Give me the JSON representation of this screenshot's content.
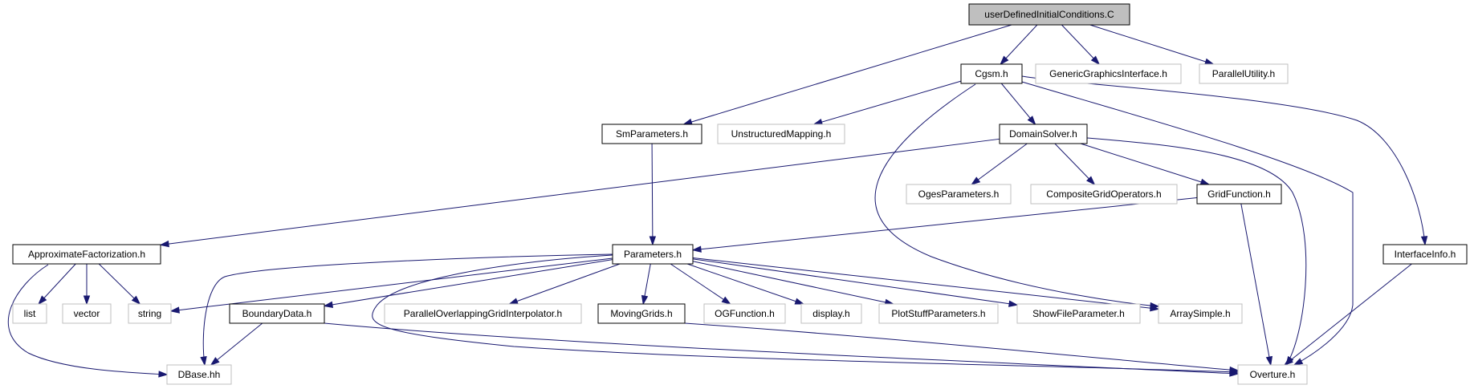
{
  "colors": {
    "edge": "#191970",
    "root_fill": "#bfbfbf",
    "documented_border": "#000000",
    "external_border": "#bfbfbf",
    "node_fill": "#ffffff"
  },
  "nodes": [
    {
      "id": "root",
      "label": "userDefinedInitialConditions.C",
      "kind": "root"
    },
    {
      "id": "cgsm",
      "label": "Cgsm.h",
      "kind": "documented"
    },
    {
      "id": "genericgraphics",
      "label": "GenericGraphicsInterface.h",
      "kind": "external"
    },
    {
      "id": "parallelutility",
      "label": "ParallelUtility.h",
      "kind": "external"
    },
    {
      "id": "smparameters",
      "label": "SmParameters.h",
      "kind": "documented"
    },
    {
      "id": "unstructuredmapping",
      "label": "UnstructuredMapping.h",
      "kind": "external"
    },
    {
      "id": "domainsolver",
      "label": "DomainSolver.h",
      "kind": "documented"
    },
    {
      "id": "ogesparameters",
      "label": "OgesParameters.h",
      "kind": "external"
    },
    {
      "id": "compositegridoperators",
      "label": "CompositeGridOperators.h",
      "kind": "external"
    },
    {
      "id": "gridfunction",
      "label": "GridFunction.h",
      "kind": "documented"
    },
    {
      "id": "approximatefactorization",
      "label": "ApproximateFactorization.h",
      "kind": "documented"
    },
    {
      "id": "parameters",
      "label": "Parameters.h",
      "kind": "documented"
    },
    {
      "id": "interfaceinfo",
      "label": "InterfaceInfo.h",
      "kind": "documented"
    },
    {
      "id": "list",
      "label": "list",
      "kind": "external"
    },
    {
      "id": "vector",
      "label": "vector",
      "kind": "external"
    },
    {
      "id": "string",
      "label": "string",
      "kind": "external"
    },
    {
      "id": "boundarydata",
      "label": "BoundaryData.h",
      "kind": "documented"
    },
    {
      "id": "paralleloverlapping",
      "label": "ParallelOverlappingGridInterpolator.h",
      "kind": "external"
    },
    {
      "id": "movinggrids",
      "label": "MovingGrids.h",
      "kind": "documented"
    },
    {
      "id": "ogfunction",
      "label": "OGFunction.h",
      "kind": "external"
    },
    {
      "id": "display",
      "label": "display.h",
      "kind": "external"
    },
    {
      "id": "plotstuffparameters",
      "label": "PlotStuffParameters.h",
      "kind": "external"
    },
    {
      "id": "showfileparameter",
      "label": "ShowFileParameter.h",
      "kind": "external"
    },
    {
      "id": "arraysimple",
      "label": "ArraySimple.h",
      "kind": "external"
    },
    {
      "id": "dbase",
      "label": "DBase.hh",
      "kind": "external"
    },
    {
      "id": "overture",
      "label": "Overture.h",
      "kind": "external"
    }
  ],
  "edges": [
    {
      "from": "root",
      "to": "cgsm"
    },
    {
      "from": "root",
      "to": "genericgraphics"
    },
    {
      "from": "root",
      "to": "parallelutility"
    },
    {
      "from": "root",
      "to": "smparameters"
    },
    {
      "from": "cgsm",
      "to": "unstructuredmapping"
    },
    {
      "from": "cgsm",
      "to": "domainsolver"
    },
    {
      "from": "cgsm",
      "to": "arraysimple"
    },
    {
      "from": "cgsm",
      "to": "overture"
    },
    {
      "from": "cgsm",
      "to": "interfaceinfo"
    },
    {
      "from": "smparameters",
      "to": "parameters"
    },
    {
      "from": "domainsolver",
      "to": "approximatefactorization"
    },
    {
      "from": "domainsolver",
      "to": "ogesparameters"
    },
    {
      "from": "domainsolver",
      "to": "compositegridoperators"
    },
    {
      "from": "domainsolver",
      "to": "gridfunction"
    },
    {
      "from": "domainsolver",
      "to": "overture"
    },
    {
      "from": "gridfunction",
      "to": "parameters"
    },
    {
      "from": "gridfunction",
      "to": "overture"
    },
    {
      "from": "interfaceinfo",
      "to": "overture"
    },
    {
      "from": "approximatefactorization",
      "to": "list"
    },
    {
      "from": "approximatefactorization",
      "to": "vector"
    },
    {
      "from": "approximatefactorization",
      "to": "string"
    },
    {
      "from": "approximatefactorization",
      "to": "dbase"
    },
    {
      "from": "parameters",
      "to": "string"
    },
    {
      "from": "parameters",
      "to": "dbase"
    },
    {
      "from": "parameters",
      "to": "boundarydata"
    },
    {
      "from": "parameters",
      "to": "overture"
    },
    {
      "from": "parameters",
      "to": "paralleloverlapping"
    },
    {
      "from": "parameters",
      "to": "movinggrids"
    },
    {
      "from": "parameters",
      "to": "ogfunction"
    },
    {
      "from": "parameters",
      "to": "display"
    },
    {
      "from": "parameters",
      "to": "plotstuffparameters"
    },
    {
      "from": "parameters",
      "to": "showfileparameter"
    },
    {
      "from": "parameters",
      "to": "arraysimple"
    },
    {
      "from": "boundarydata",
      "to": "dbase"
    },
    {
      "from": "boundarydata",
      "to": "overture"
    },
    {
      "from": "movinggrids",
      "to": "overture"
    }
  ]
}
